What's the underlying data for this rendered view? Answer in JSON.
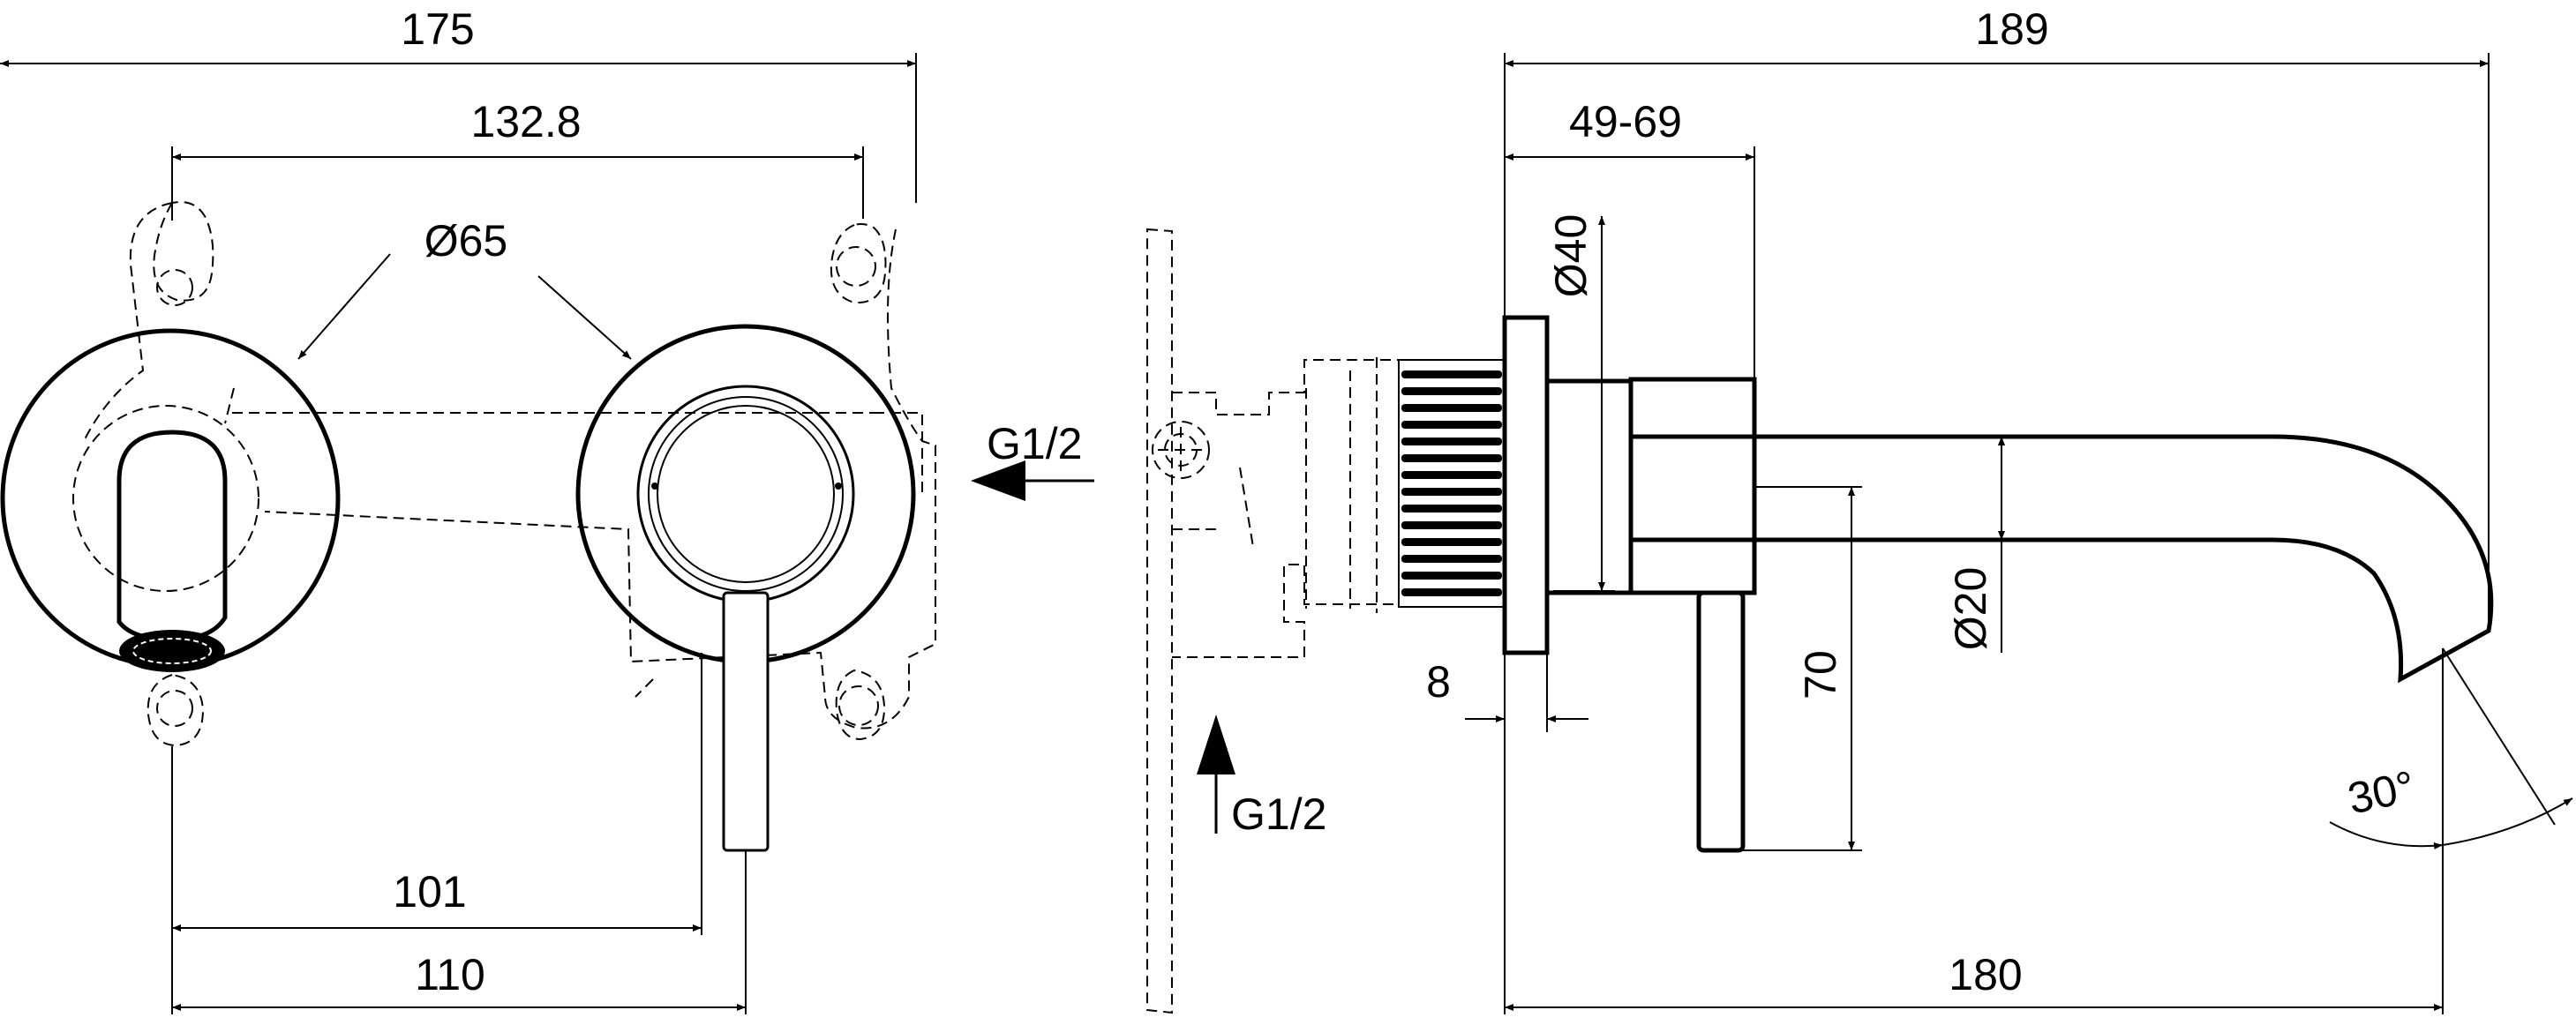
{
  "dimensions": {
    "overall_width_front": "175",
    "mount_holes_spacing": "132.8",
    "rosette_diameter": "Ø65",
    "spout_to_lever_center": "101",
    "spout_to_lever_edge": "110",
    "overall_projection": "189",
    "wall_depth_range": "49-69",
    "escutcheon_diameter": "Ø40",
    "spout_pipe_diameter": "Ø20",
    "lever_height": "70",
    "rosette_thickness": "8",
    "spout_reach": "180",
    "spout_angle": "30°"
  },
  "connections": {
    "inlet_side_label": "G1/2",
    "inlet_bottom_label": "G1/2"
  }
}
